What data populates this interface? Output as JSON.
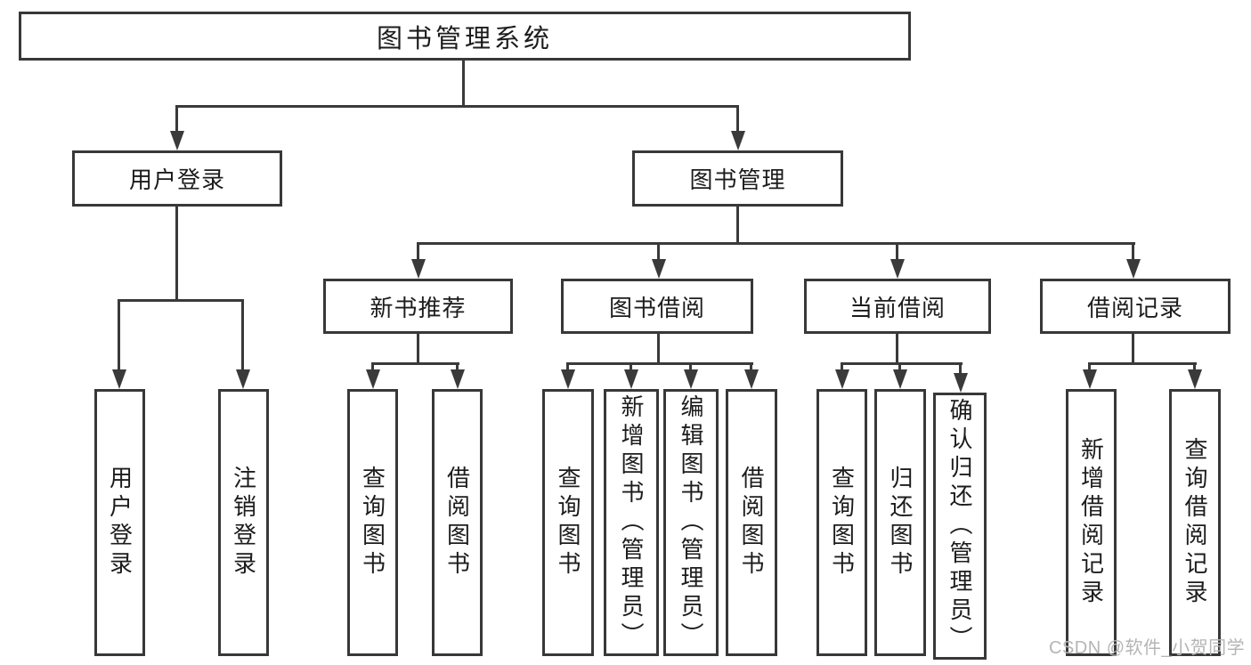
{
  "diagram": {
    "title": "图书管理系统",
    "branches": {
      "login": {
        "label": "用户登录",
        "children": [
          "用户登录",
          "注销登录"
        ]
      },
      "mgmt": {
        "label": "图书管理",
        "groups": [
          {
            "label": "新书推荐",
            "children": [
              "查询图书",
              "借阅图书"
            ]
          },
          {
            "label": "图书借阅",
            "children": [
              "查询图书",
              "新增图书（管理员）",
              "编辑图书（管理员）",
              "借阅图书"
            ]
          },
          {
            "label": "当前借阅",
            "children": [
              "查询图书",
              "归还图书",
              "确认归还（管理员）"
            ]
          },
          {
            "label": "借阅记录",
            "children": [
              "新增借阅记录",
              "查询借阅记录"
            ]
          }
        ]
      }
    }
  },
  "watermark": "CSDN @软件_小贺同学",
  "colors": {
    "line": "#3a3a3a",
    "border": "#383838",
    "text": "#1c1c1c",
    "watermark": "#b5b5b5",
    "background": "#ffffff"
  }
}
